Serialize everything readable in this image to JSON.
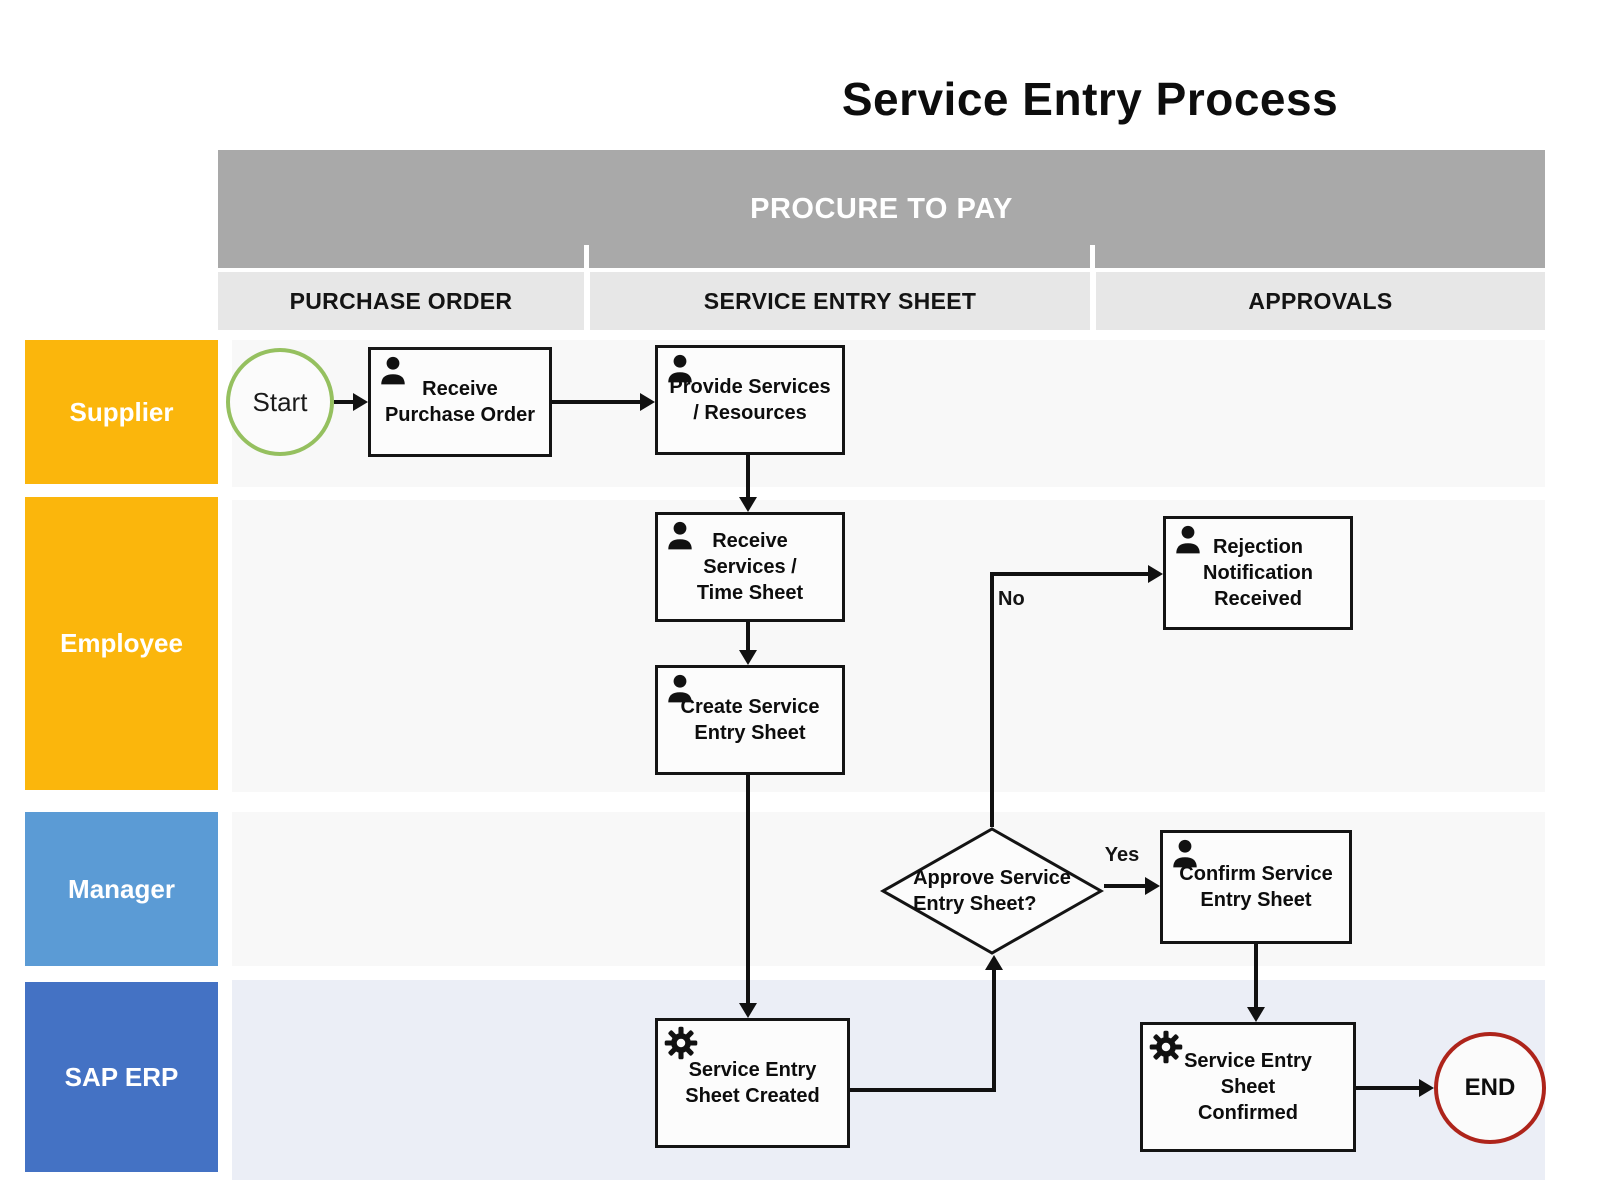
{
  "title": "Service Entry Process",
  "band": {
    "label": "PROCURE TO PAY",
    "color": "#a9a9a9"
  },
  "columns": [
    {
      "label": "PURCHASE ORDER"
    },
    {
      "label": "SERVICE ENTRY SHEET"
    },
    {
      "label": "APPROVALS"
    }
  ],
  "lanes": [
    {
      "label": "Supplier",
      "color": "#fbb60c"
    },
    {
      "label": "Employee",
      "color": "#fbb60c"
    },
    {
      "label": "Manager",
      "color": "#5b9bd5"
    },
    {
      "label": "SAP ERP",
      "color": "#4472c4"
    }
  ],
  "nodes": {
    "start": {
      "label": "Start",
      "shape": "circle",
      "border_color": "#95c05f"
    },
    "receive_po": {
      "label": "Receive\nPurchase Order",
      "icon": "person"
    },
    "provide_services": {
      "label": "Provide Services\n/ Resources",
      "icon": "person"
    },
    "receive_services": {
      "label": "Receive\nServices /\nTime Sheet",
      "icon": "person"
    },
    "create_ses": {
      "label": "Create Service\nEntry Sheet",
      "icon": "person"
    },
    "rejection": {
      "label": "Rejection\nNotification\nReceived",
      "icon": "person"
    },
    "decision": {
      "label": "Approve Service\nEntry Sheet?",
      "shape": "diamond"
    },
    "confirm": {
      "label": "Confirm Service\nEntry Sheet",
      "icon": "person"
    },
    "ses_created": {
      "label": "Service Entry\nSheet Created",
      "icon": "gear"
    },
    "ses_confirmed": {
      "label": "Service Entry\nSheet\nConfirmed",
      "icon": "gear"
    },
    "end": {
      "label": "END",
      "shape": "circle",
      "border_color": "#ae241b"
    }
  },
  "edge_labels": {
    "no": "No",
    "yes": "Yes"
  }
}
